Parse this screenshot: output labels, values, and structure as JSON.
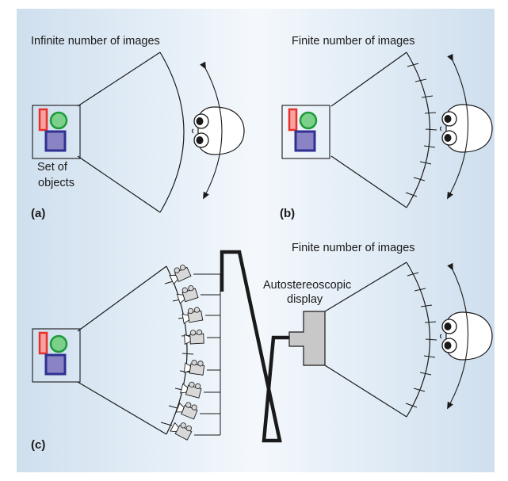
{
  "panels": {
    "a": {
      "title": "Infinite number of images",
      "objects_label_line1": "Set of",
      "objects_label_line2": "objects",
      "tag": "(a)"
    },
    "b": {
      "title": "Finite number of images",
      "tag": "(b)"
    },
    "c": {
      "title": "Finite number of images",
      "display_label_line1": "Autostereoscopic",
      "display_label_line2": "display",
      "tag": "(c)"
    }
  },
  "colors": {
    "red": "#e8312a",
    "red_fill": "#f6a2a0",
    "green": "#1d9a3c",
    "green_fill": "#7cd08a",
    "blue": "#2e3192",
    "blue_fill": "#8a84c4",
    "background": "#dce8f3",
    "display_fill": "#c8c8c8"
  },
  "icons": [
    "red-rectangle-object",
    "green-circle-object",
    "blue-square-object",
    "face-icon",
    "camera-icon",
    "double-arrow-icon"
  ]
}
